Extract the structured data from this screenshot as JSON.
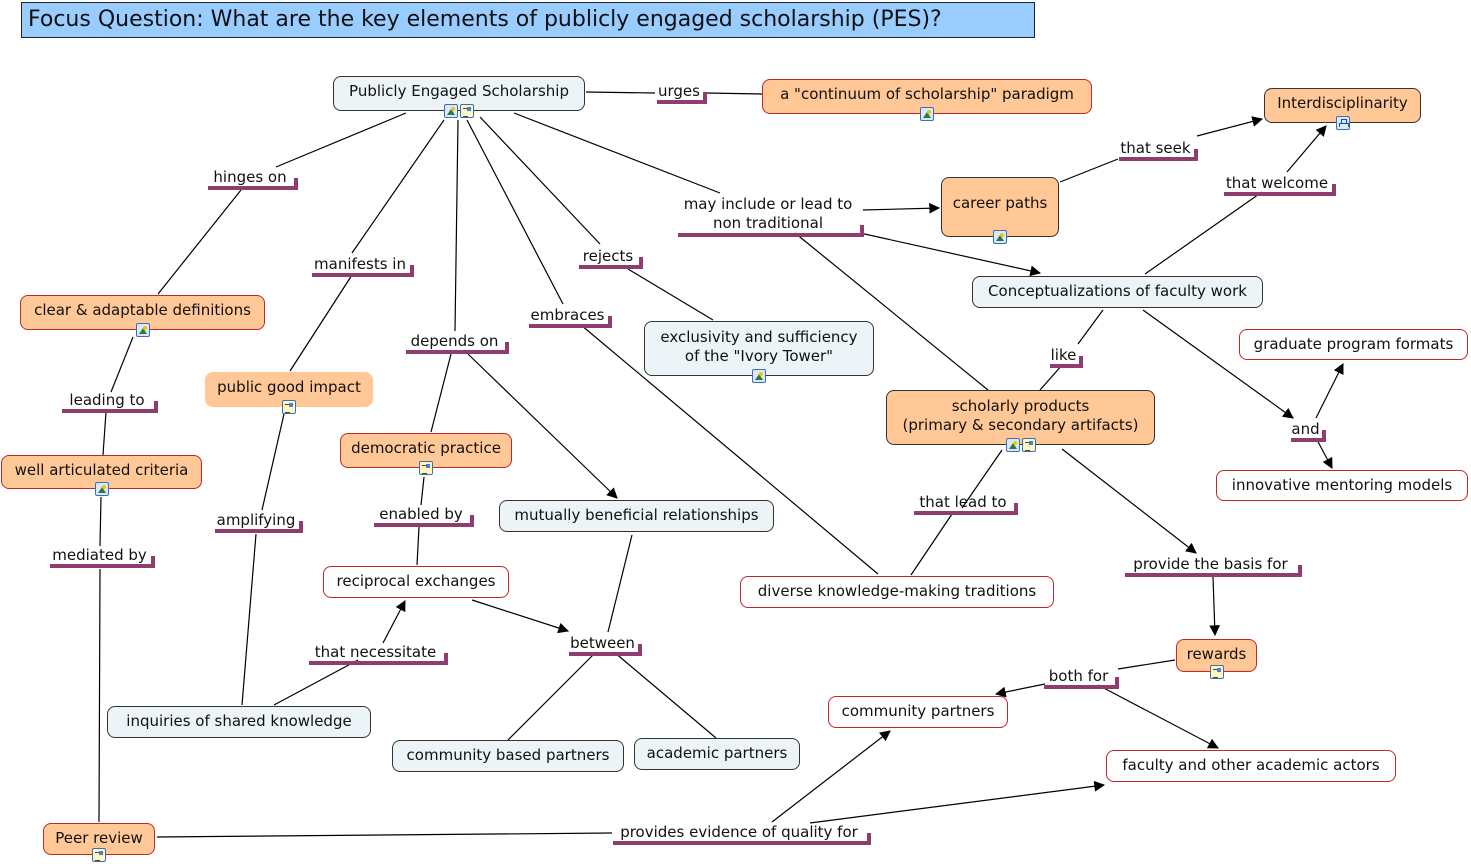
{
  "focus_question": "Focus Question: What are the key elements of publicly engaged scholarship (PES)?",
  "colors": {
    "focus_bg": "#99ccff",
    "concept_blue": "#edf4f7",
    "concept_orange": "#ffc896",
    "red_border": "#c0262b",
    "link_underline": "#8e3d6e"
  },
  "concepts": {
    "pes": {
      "label": "Publicly Engaged Scholarship",
      "icons": [
        "image-icon",
        "document-icon"
      ]
    },
    "continuum": {
      "label": "a \"continuum of scholarship\" paradigm",
      "icons": [
        "image-icon"
      ]
    },
    "interdisciplinarity": {
      "label": "Interdisciplinarity",
      "icons": [
        "concept-map-icon"
      ]
    },
    "career_paths": {
      "label": "career paths",
      "icons": [
        "image-icon"
      ]
    },
    "conceptualizations": {
      "label": "Conceptualizations of faculty work"
    },
    "clear_definitions": {
      "label": "clear & adaptable definitions",
      "icons": [
        "image-icon"
      ]
    },
    "public_good": {
      "label": "public good impact",
      "icons": [
        "document-icon"
      ]
    },
    "ivory_tower_1": {
      "label": "exclusivity and sufficiency"
    },
    "ivory_tower_2": {
      "label": "of the \"Ivory Tower\""
    },
    "graduate_formats": {
      "label": "graduate program formats"
    },
    "scholarly_products_1": {
      "label": "scholarly products"
    },
    "scholarly_products_2": {
      "label": "(primary & secondary artifacts)"
    },
    "democratic_practice": {
      "label": "democratic practice",
      "icons": [
        "document-icon"
      ]
    },
    "well_articulated": {
      "label": "well articulated criteria",
      "icons": [
        "image-icon"
      ]
    },
    "innovative_mentoring": {
      "label": "innovative mentoring models"
    },
    "mutually_beneficial": {
      "label": "mutually beneficial relationships"
    },
    "reciprocal": {
      "label": "reciprocal exchanges"
    },
    "diverse_traditions": {
      "label": "diverse knowledge-making traditions"
    },
    "rewards": {
      "label": "rewards",
      "icons": [
        "document-icon"
      ]
    },
    "community_partners": {
      "label": "community partners"
    },
    "inquiries": {
      "label": "inquiries of shared knowledge"
    },
    "community_based": {
      "label": "community based partners"
    },
    "academic_partners": {
      "label": "academic partners"
    },
    "faculty_actors": {
      "label": "faculty and other academic actors"
    },
    "peer_review": {
      "label": "Peer review",
      "icons": [
        "document-icon"
      ]
    }
  },
  "links": {
    "urges": "urges",
    "hinges_on": "hinges on",
    "that_seek": "that seek",
    "that_welcome": "that welcome",
    "may_include_1": "may include or lead to",
    "may_include_2": "non traditional",
    "manifests_in": "manifests in",
    "rejects": "rejects",
    "embraces": "embraces",
    "depends_on": "depends on",
    "like": "like",
    "leading_to": "leading to",
    "and": "and",
    "that_lead_to": "that lead to",
    "enabled_by": "enabled by",
    "amplifying": "amplifying",
    "mediated_by": "mediated by",
    "provide_basis": "provide the basis for",
    "that_necessitate": "that necessitate",
    "between": "between",
    "both_for": "both for",
    "provides_evidence": "provides evidence of quality for"
  }
}
